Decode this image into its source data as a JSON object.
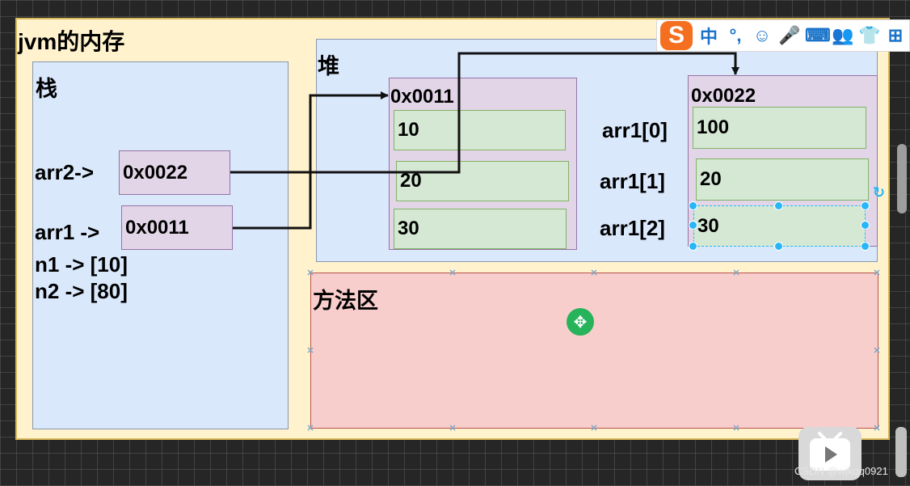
{
  "title": "jvm的内存",
  "stack": {
    "label": "栈",
    "arr2_label": "arr2->",
    "arr2_value": "0x0022",
    "arr1_label": "arr1 ->",
    "arr1_value": "0x0011",
    "n1": "n1 -> [10]",
    "n2": "n2 -> [80]"
  },
  "heap": {
    "label": "堆",
    "array1": {
      "address": "0x0011",
      "values": [
        "10",
        "20",
        "30"
      ]
    },
    "array2": {
      "address": "0x0022",
      "values": [
        "100",
        "20",
        "30"
      ]
    },
    "index_labels": [
      "arr1[0]",
      "arr1[1]",
      "arr1[2]"
    ]
  },
  "method_area": {
    "label": "方法区"
  },
  "ime_toolbar": {
    "logo": "S",
    "items": [
      "中",
      "°,",
      "☺",
      "🎤",
      "⌨",
      "👥",
      "👕",
      "⊞"
    ]
  },
  "watermark": "CSDN @wjkqq0921",
  "colors": {
    "outer": "#fff2cc",
    "stack_heap": "#dae8fc",
    "pointer_box": "#e1d5e7",
    "value_box": "#d5e8d4",
    "method_area": "#f8cecc",
    "selection": "#29b6f6"
  }
}
